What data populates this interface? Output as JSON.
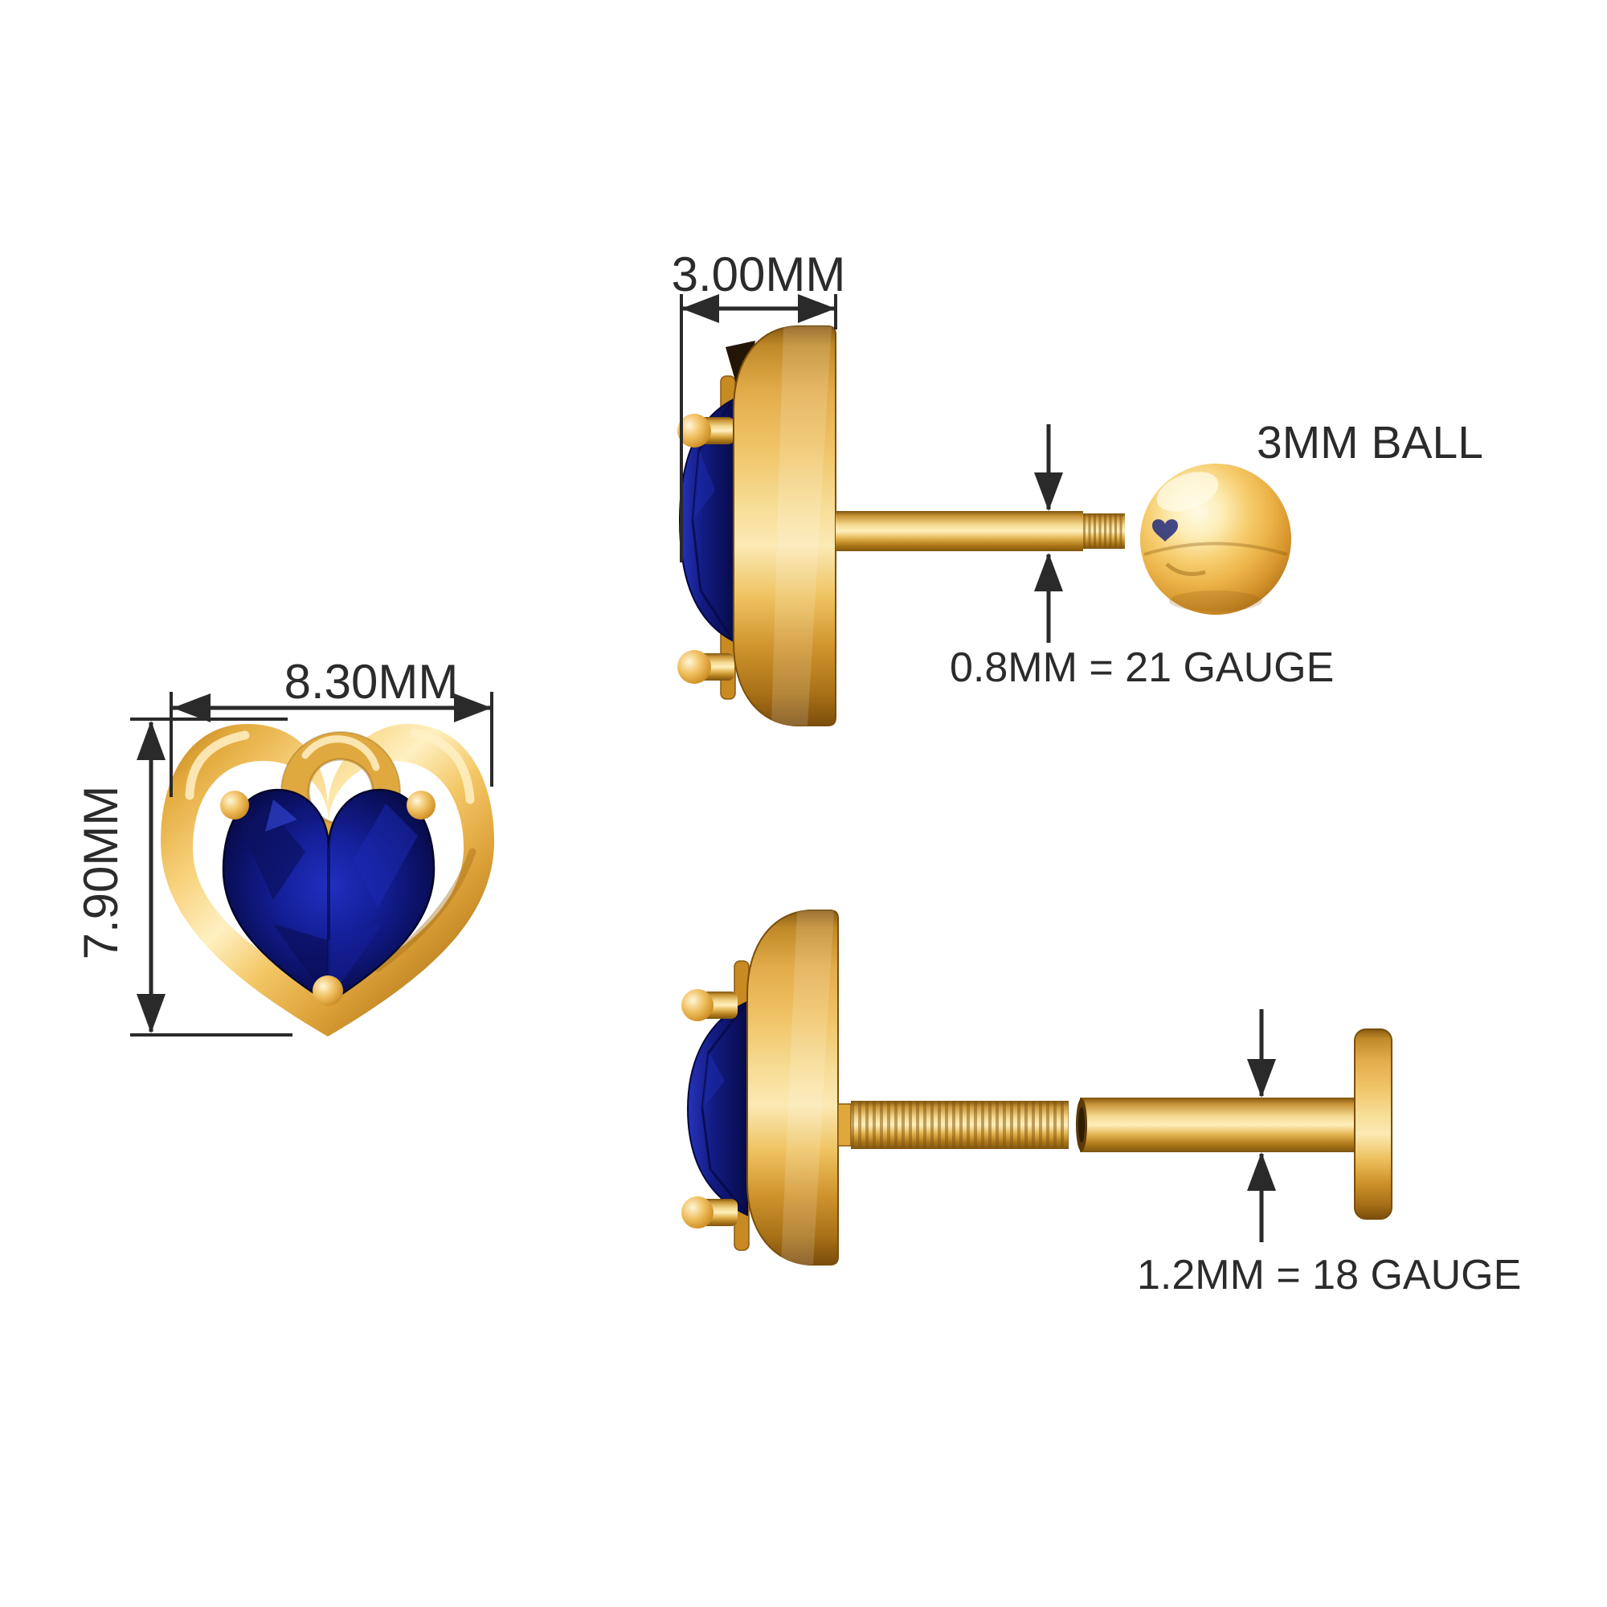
{
  "diagram": {
    "subject": "heart sapphire gold stud earring dimension diagram",
    "background": "#FFFFFF"
  },
  "labels": {
    "front_width": "8.30MM",
    "front_height": "7.90MM",
    "side_depth": "3.00MM",
    "ball": "3MM BALL",
    "screw_post_gauge": "0.8MM = 21 GAUGE",
    "labret_post_gauge": "1.2MM = 18 GAUGE"
  },
  "colors": {
    "gold": "#E2A33C",
    "gold_highlight": "#FFF0C0",
    "gold_shadow": "#8A5A12",
    "sapphire": "#121A8E",
    "sapphire_dark": "#060A3E",
    "dimension_ink": "#2A2A2A",
    "background": "#FFFFFF"
  }
}
